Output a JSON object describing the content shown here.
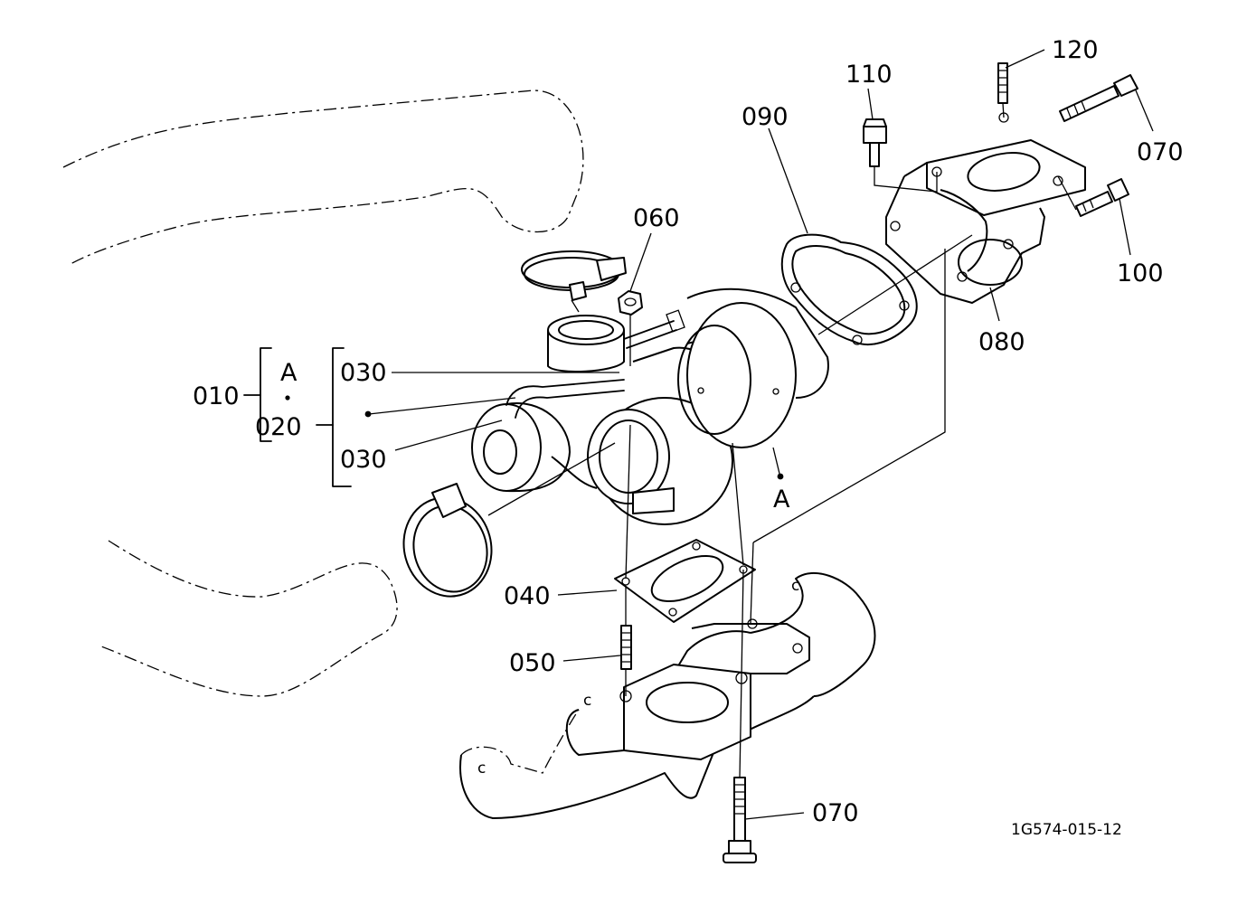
{
  "labels": {
    "p010": "010",
    "p020": "020",
    "p030a": "030",
    "p030b": "030",
    "p040": "040",
    "p050": "050",
    "p060": "060",
    "p070a": "070",
    "p070b": "070",
    "p080": "080",
    "p090": "090",
    "p100": "100",
    "p110": "110",
    "p120": "120",
    "markA1": "A",
    "markA2": "A"
  },
  "drawing_code": "1G574-015-12"
}
